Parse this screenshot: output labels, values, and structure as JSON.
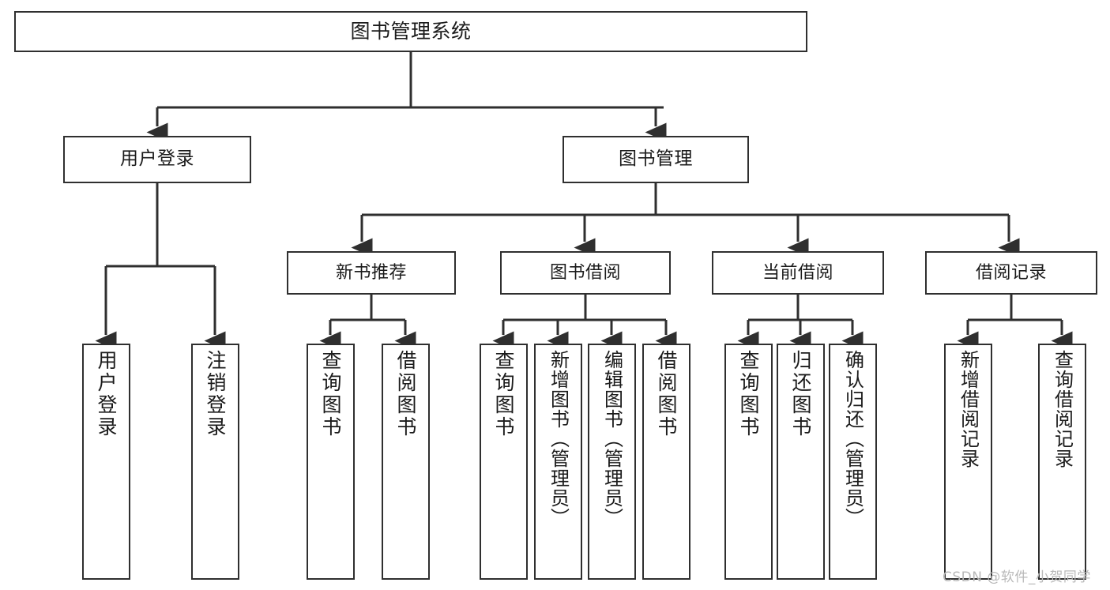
{
  "diagram": {
    "title": "图书管理系统",
    "type": "tree-hierarchy",
    "watermark": "CSDN @软件_小贺同学",
    "colors": {
      "stroke": "#2f2f2f",
      "fill": "#ffffff",
      "text": "#1b1b1b",
      "watermark": "#b9b9b9"
    },
    "root": {
      "label": "图书管理系统"
    },
    "level1": [
      {
        "label": "用户登录"
      },
      {
        "label": "图书管理"
      }
    ],
    "level2": [
      {
        "label": "新书推荐"
      },
      {
        "label": "图书借阅"
      },
      {
        "label": "当前借阅"
      },
      {
        "label": "借阅记录"
      }
    ],
    "leaves": {
      "user_login": [
        {
          "label": "用户登录"
        },
        {
          "label": "注销登录"
        }
      ],
      "new_book": [
        {
          "label": "查询图书"
        },
        {
          "label": "借阅图书"
        }
      ],
      "book_borrow": [
        {
          "label": "查询图书"
        },
        {
          "label": "新增图书（管理员）"
        },
        {
          "label": "编辑图书（管理员）"
        },
        {
          "label": "借阅图书"
        }
      ],
      "current_borrow": [
        {
          "label": "查询图书"
        },
        {
          "label": "归还图书"
        },
        {
          "label": "确认归还（管理员）"
        }
      ],
      "borrow_record": [
        {
          "label": "新增借阅记录"
        },
        {
          "label": "查询借阅记录"
        }
      ]
    }
  }
}
